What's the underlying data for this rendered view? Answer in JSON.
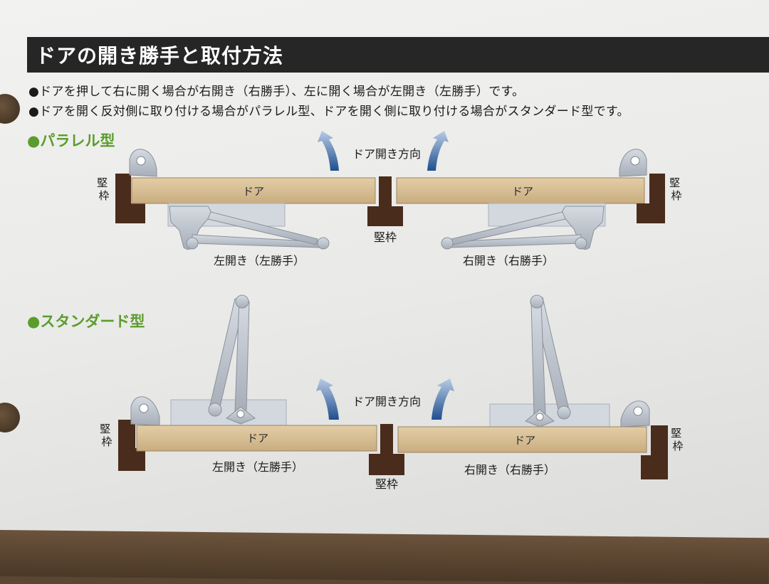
{
  "title": "ドアの開き勝手と取付方法",
  "bullets": [
    "●ドアを押して右に開く場合が右開き（右勝手）、左に開く場合が左開き（左勝手）です。",
    "●ドアを開く反対側に取り付ける場合がパラレル型、ドアを開く側に取り付ける場合がスタンダード型です。"
  ],
  "parallel": {
    "heading": "●パラレル型",
    "open_direction": "ドア開き方向",
    "door_left": "ドア",
    "door_right": "ドア",
    "frame_left": "堅枠",
    "frame_center": "堅枠",
    "frame_right": "堅枠",
    "caption_left": "左開き（左勝手）",
    "caption_right": "右開き（右勝手）"
  },
  "standard": {
    "heading": "●スタンダード型",
    "open_direction": "ドア開き方向",
    "door_left": "ドア",
    "door_right": "ドア",
    "frame_left": "堅枠",
    "frame_center": "堅枠",
    "frame_right": "堅枠",
    "caption_left": "左開き（左勝手）",
    "caption_right": "右開き（右勝手）"
  },
  "colors": {
    "title_bg": "#262626",
    "heading_green": "#5a9d2d",
    "door_wood": "#d6bd93",
    "frame_brown": "#4a2c1c",
    "arrow_blue": "#2f5d9a"
  }
}
